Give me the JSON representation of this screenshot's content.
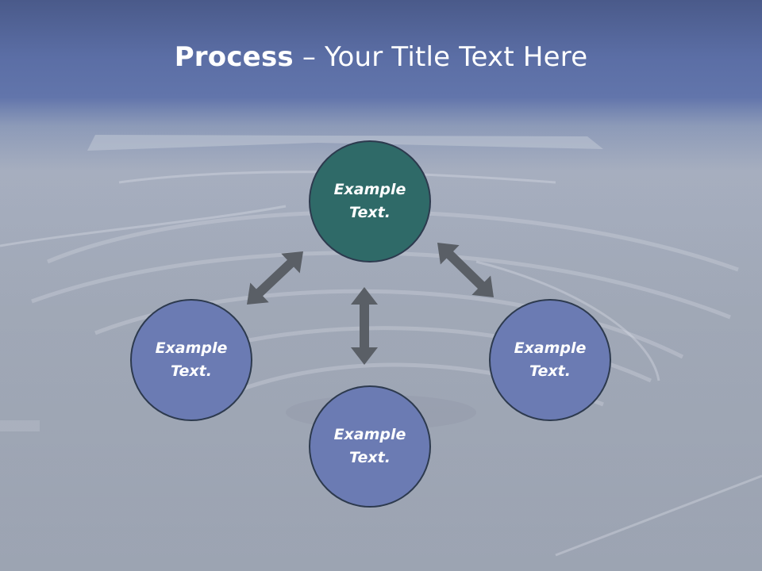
{
  "slide": {
    "title_bold": "Process",
    "title_rest": " – Your Title Text Here"
  },
  "nodes": [
    {
      "label": "Example Text.",
      "color": "#2f6a68"
    },
    {
      "label": "Example Text.",
      "color": "#6b7bb3"
    },
    {
      "label": "Example Text.",
      "color": "#6b7bb3"
    },
    {
      "label": "Example Text.",
      "color": "#6b7bb3"
    }
  ],
  "colors": {
    "arrow": "#5a5f66",
    "accent_node": "#2f6a68",
    "node": "#6b7bb3",
    "title_band": "#5b6ea5"
  }
}
